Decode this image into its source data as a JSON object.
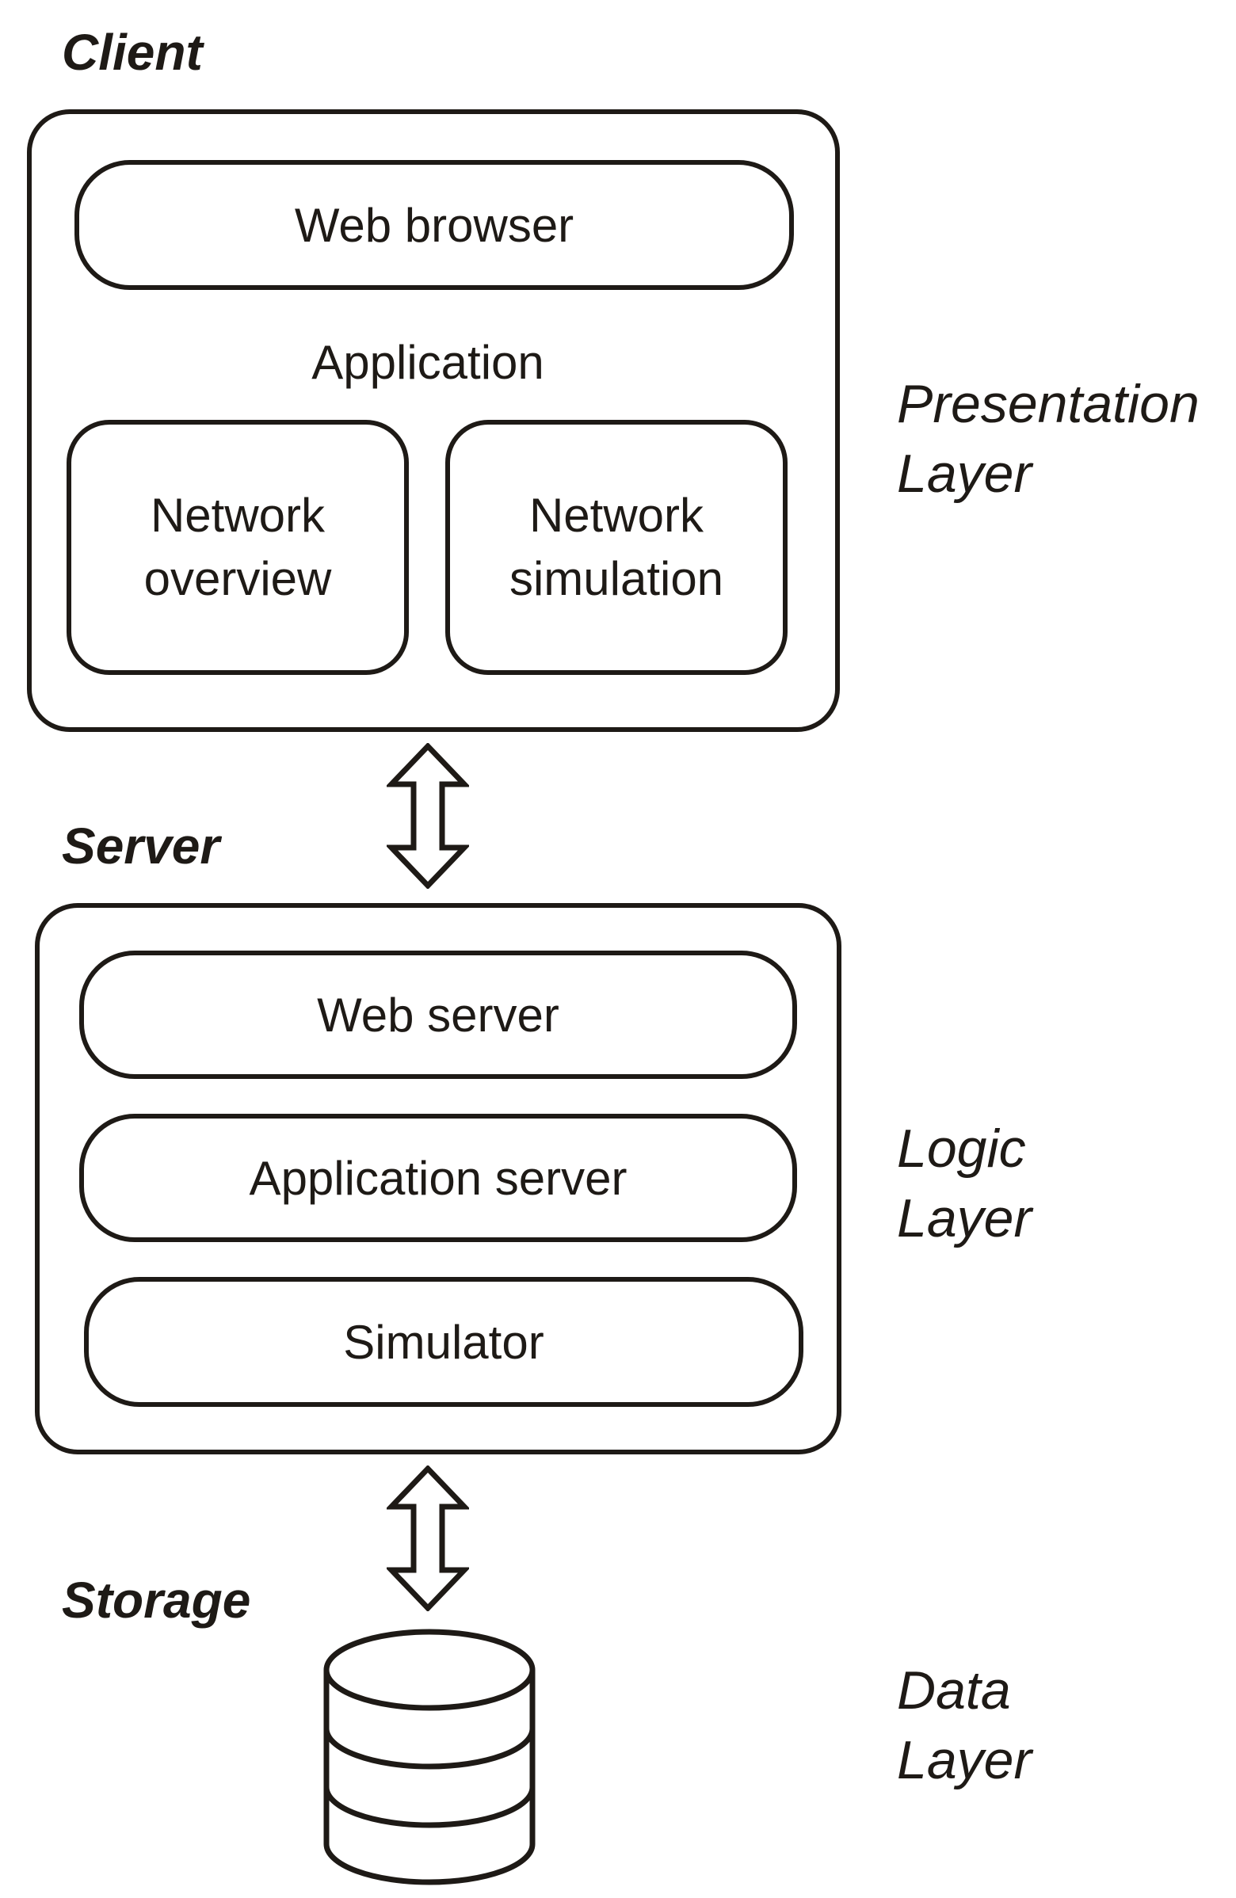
{
  "client": {
    "title": "Client",
    "web_browser": "Web browser",
    "application_label": "Application",
    "modules": [
      {
        "line1": "Network",
        "line2": "overview"
      },
      {
        "line1": "Network",
        "line2": "simulation"
      }
    ]
  },
  "server": {
    "title": "Server",
    "components": [
      "Web server",
      "Application server",
      "Simulator"
    ]
  },
  "storage": {
    "title": "Storage",
    "icon": "database-icon"
  },
  "layers": {
    "presentation": {
      "line1": "Presentation",
      "line2": "Layer"
    },
    "logic": {
      "line1": "Logic",
      "line2": "Layer"
    },
    "data": {
      "line1": "Data",
      "line2": "Layer"
    }
  }
}
